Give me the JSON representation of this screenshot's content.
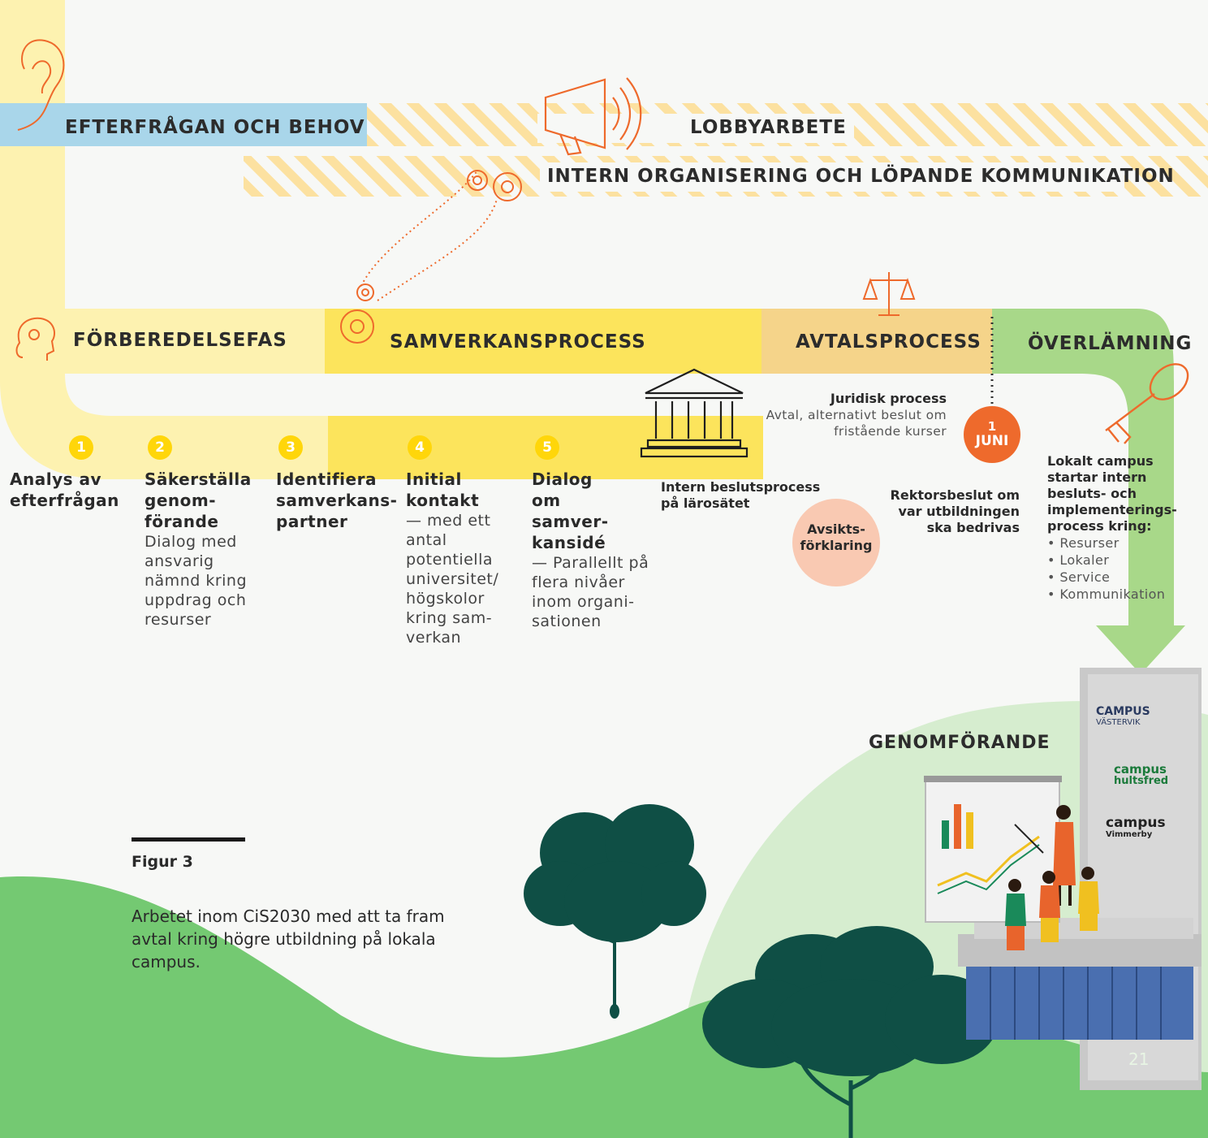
{
  "labels": {
    "efterfragan": "EFTERFRÅGAN OCH BEHOV",
    "lobby": "LOBBYARBETE",
    "intern": "INTERN ORGANISERING OCH LÖPANDE KOMMUNIKATION",
    "forberedelse": "FÖRBEREDELSEFAS",
    "samverkan": "SAMVERKANSPROCESS",
    "avtal": "AVTALSPROCESS",
    "overlamning": "ÖVERLÄMNING",
    "genomforande": "GENOMFÖRANDE"
  },
  "steps": [
    {
      "num": "1",
      "title": "Analys av efterfrågan",
      "desc": ""
    },
    {
      "num": "2",
      "title": "Säkerställa genom- förande",
      "desc": "Dialog med ansvarig nämnd kring uppdrag och resurser"
    },
    {
      "num": "3",
      "title": "Identifiera samverkans- partner",
      "desc": ""
    },
    {
      "num": "4",
      "title": "Initial kontakt",
      "desc": "— med ett antal potentiella universitet/ högskolor kring sam- verkan"
    },
    {
      "num": "5",
      "title": "Dialog om samver- kansidé",
      "desc": "— Parallellt på flera nivåer inom organi- sationen"
    }
  ],
  "intern_beslut": "Intern beslutsprocess på lärosätet",
  "juridisk": {
    "title": "Juridisk process",
    "desc": "Avtal, alternativt beslut om fristående kurser"
  },
  "date_badge": {
    "day": "1",
    "month": "JUNI"
  },
  "avsikt": "Avsikts- förklaring",
  "rektor": "Rektorsbeslut om var utbildningen ska bedrivas",
  "lokalt": {
    "title": "Lokalt campus startar intern besluts- och implementerings- process kring:",
    "items": [
      "Resurser",
      "Lokaler",
      "Service",
      "Kommunikation"
    ]
  },
  "figure": {
    "label": "Figur 3",
    "caption": "Arbetet inom CiS2030 med att ta fram avtal kring högre utbildning på lokala campus."
  },
  "signs": {
    "campus1": "CAMPUS",
    "campus1_sub": "VÄSTERVIK",
    "campus2": "campus",
    "campus2_sub": "hultsfred",
    "campus3": "campus",
    "campus3_sub": "Vimmerby"
  },
  "page_number": "21",
  "colors": {
    "yellow_light": "#fdf2b0",
    "yellow": "#fce45c",
    "orange_band": "#f5d48a",
    "green_band": "#a8d889",
    "blue_band": "#a9d6ea",
    "accent_orange": "#ee6a2c",
    "number_yellow": "#ffd60a",
    "ground_green": "#74c972",
    "tree_dark": "#0f4f45",
    "salmon": "#f9c9b2"
  }
}
